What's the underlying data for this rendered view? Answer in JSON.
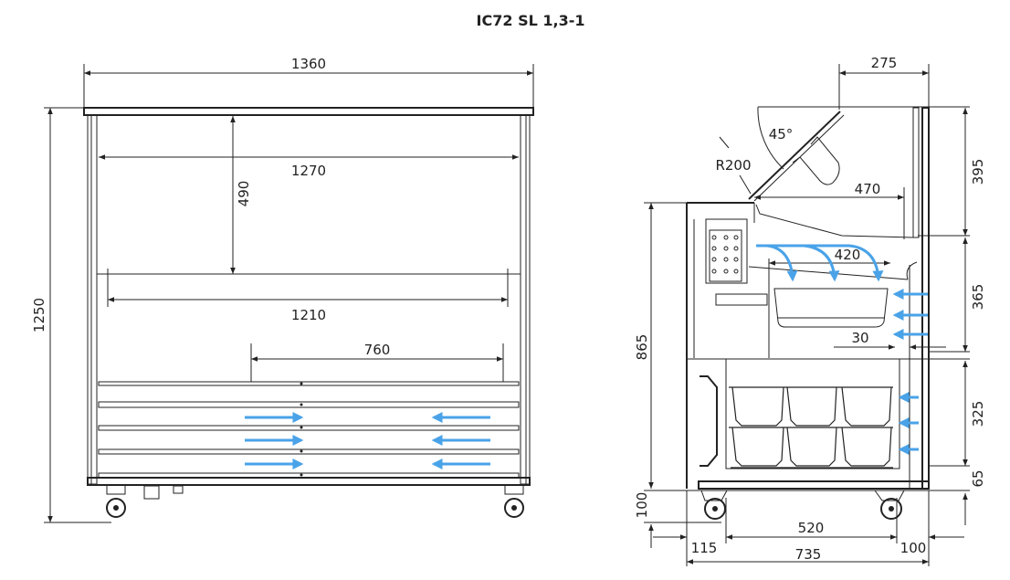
{
  "title": "IC72 SL 1,3-1",
  "front_view": {
    "width_overall": "1360",
    "width_inner": "1270",
    "shelf_height": "490",
    "shelf_width": "1210",
    "opening_width": "760",
    "height_overall": "1250"
  },
  "side_view": {
    "top_depth": "275",
    "glass_angle": "45°",
    "radius": "R200",
    "glass_depth": "470",
    "pan_depth": "420",
    "gap": "30",
    "height_counter": "865",
    "height_glass": "395",
    "height_upper": "365",
    "height_lower": "325",
    "base_height": "65",
    "leg_height": "100",
    "wheel_base": "520",
    "depth_overall": "735",
    "front_offset": "115",
    "rear_offset": "100"
  },
  "colors": {
    "airflow": "#4aa3e8",
    "line": "#222222"
  }
}
